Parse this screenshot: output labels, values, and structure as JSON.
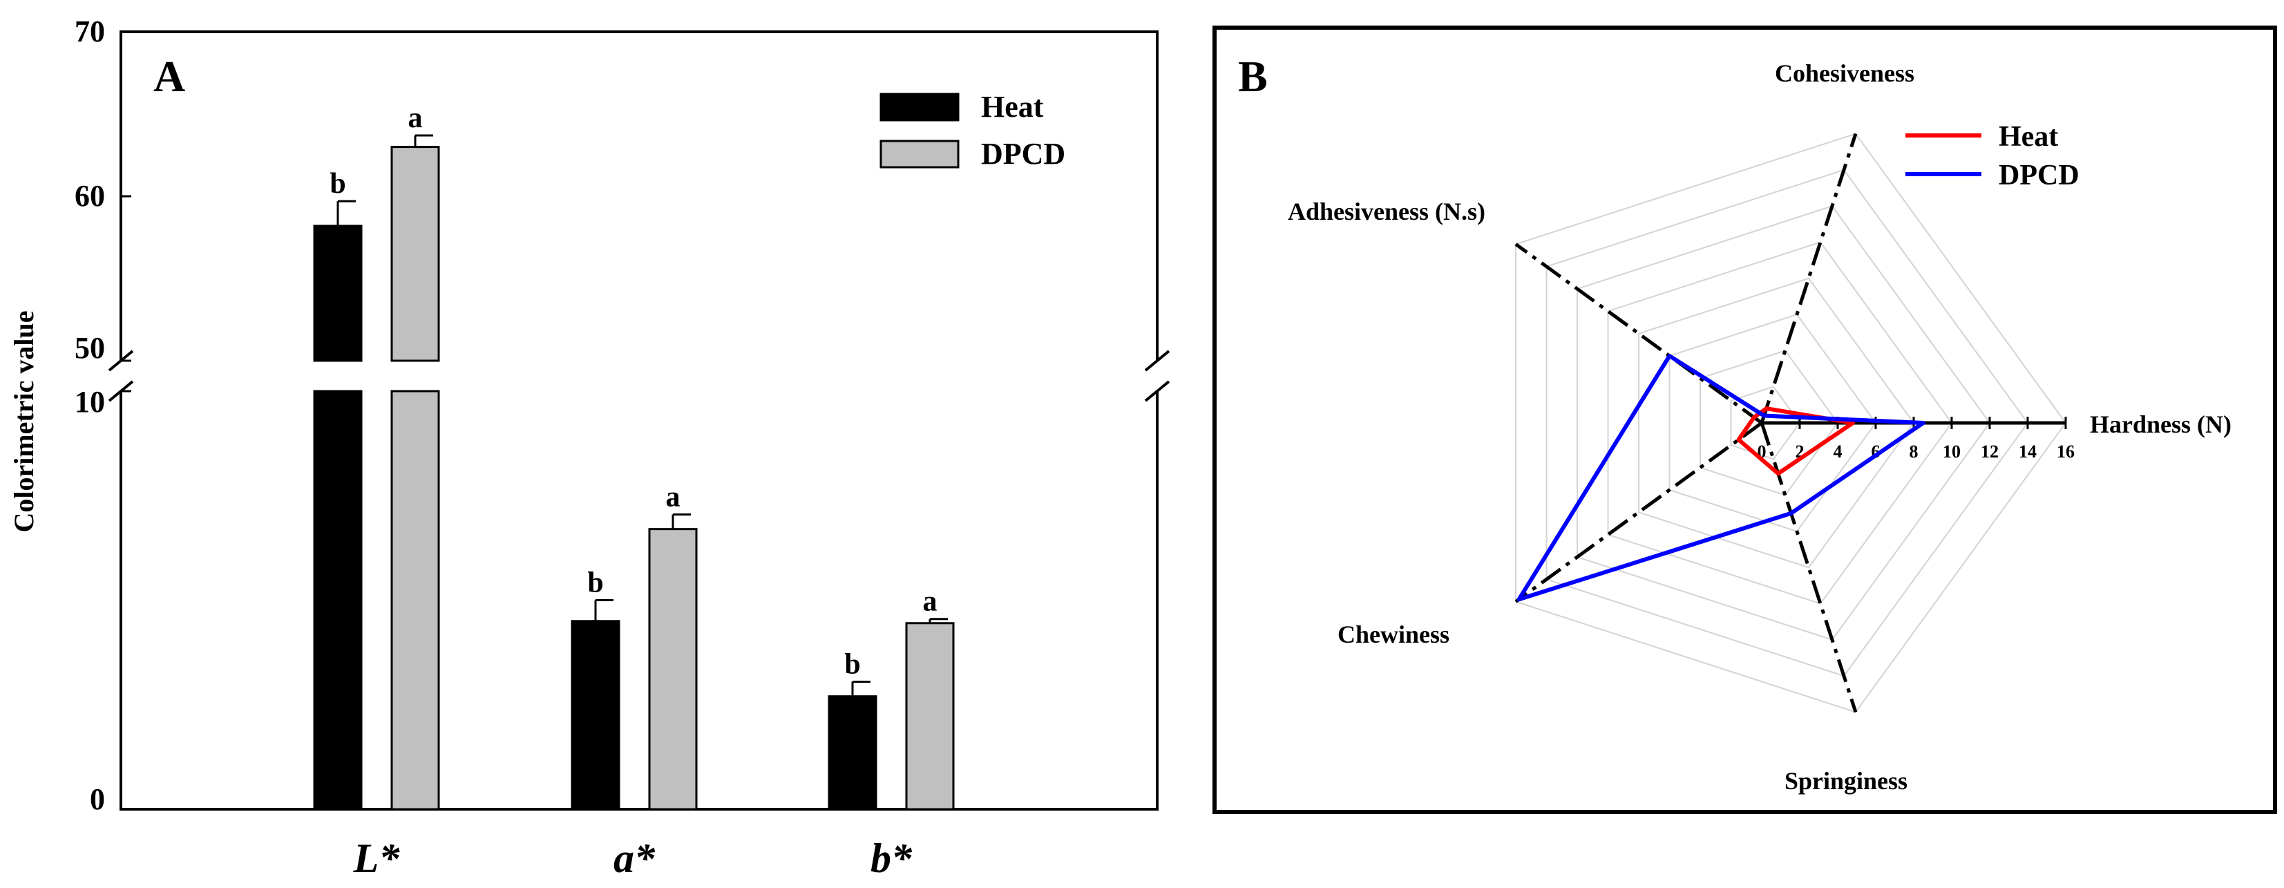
{
  "colors": {
    "heat_bar": "#000000",
    "dpcd_bar": "#c0c0c0",
    "heat_line": "#ff0000",
    "dpcd_line": "#0000ff",
    "radar_axis": "#000000",
    "radar_grid": "#d3d3d3"
  },
  "chart_data": [
    {
      "panel": "A",
      "type": "bar",
      "ylabel": "Colorimetric value",
      "categories": [
        "L*",
        "a*",
        "b*"
      ],
      "y_axis_break": {
        "lower": [
          0,
          10
        ],
        "upper": [
          50,
          70
        ]
      },
      "y_ticks": {
        "lower": [
          "0",
          "10"
        ],
        "upper": [
          "50",
          "60",
          "70"
        ]
      },
      "series": [
        {
          "name": "Heat",
          "values": [
            58.2,
            4.5,
            2.7
          ],
          "errors": [
            1.5,
            0.5,
            0.35
          ],
          "letters": [
            "b",
            "b",
            "b"
          ]
        },
        {
          "name": "DPCD",
          "values": [
            63.0,
            6.7,
            4.45
          ],
          "errors": [
            0.7,
            0.35,
            0.1
          ],
          "letters": [
            "a",
            "a",
            "a"
          ]
        }
      ],
      "legend": {
        "position": "top-right"
      }
    },
    {
      "panel": "B",
      "type": "radar",
      "axes": [
        "Hardness (N)",
        "Cohesiveness",
        "Adhesiveness (N.s)",
        "Chewiness",
        "Springiness"
      ],
      "scale_max": 16,
      "tick_labels": [
        "0",
        "2",
        "4",
        "6",
        "8",
        "10",
        "12",
        "14",
        "16"
      ],
      "series": [
        {
          "name": "Heat",
          "values": [
            4.8,
            0.8,
            0.5,
            1.5,
            2.8
          ]
        },
        {
          "name": "DPCD",
          "values": [
            8.5,
            0.4,
            6.0,
            15.8,
            5.0
          ]
        }
      ],
      "legend": {
        "position": "top-right"
      }
    }
  ]
}
